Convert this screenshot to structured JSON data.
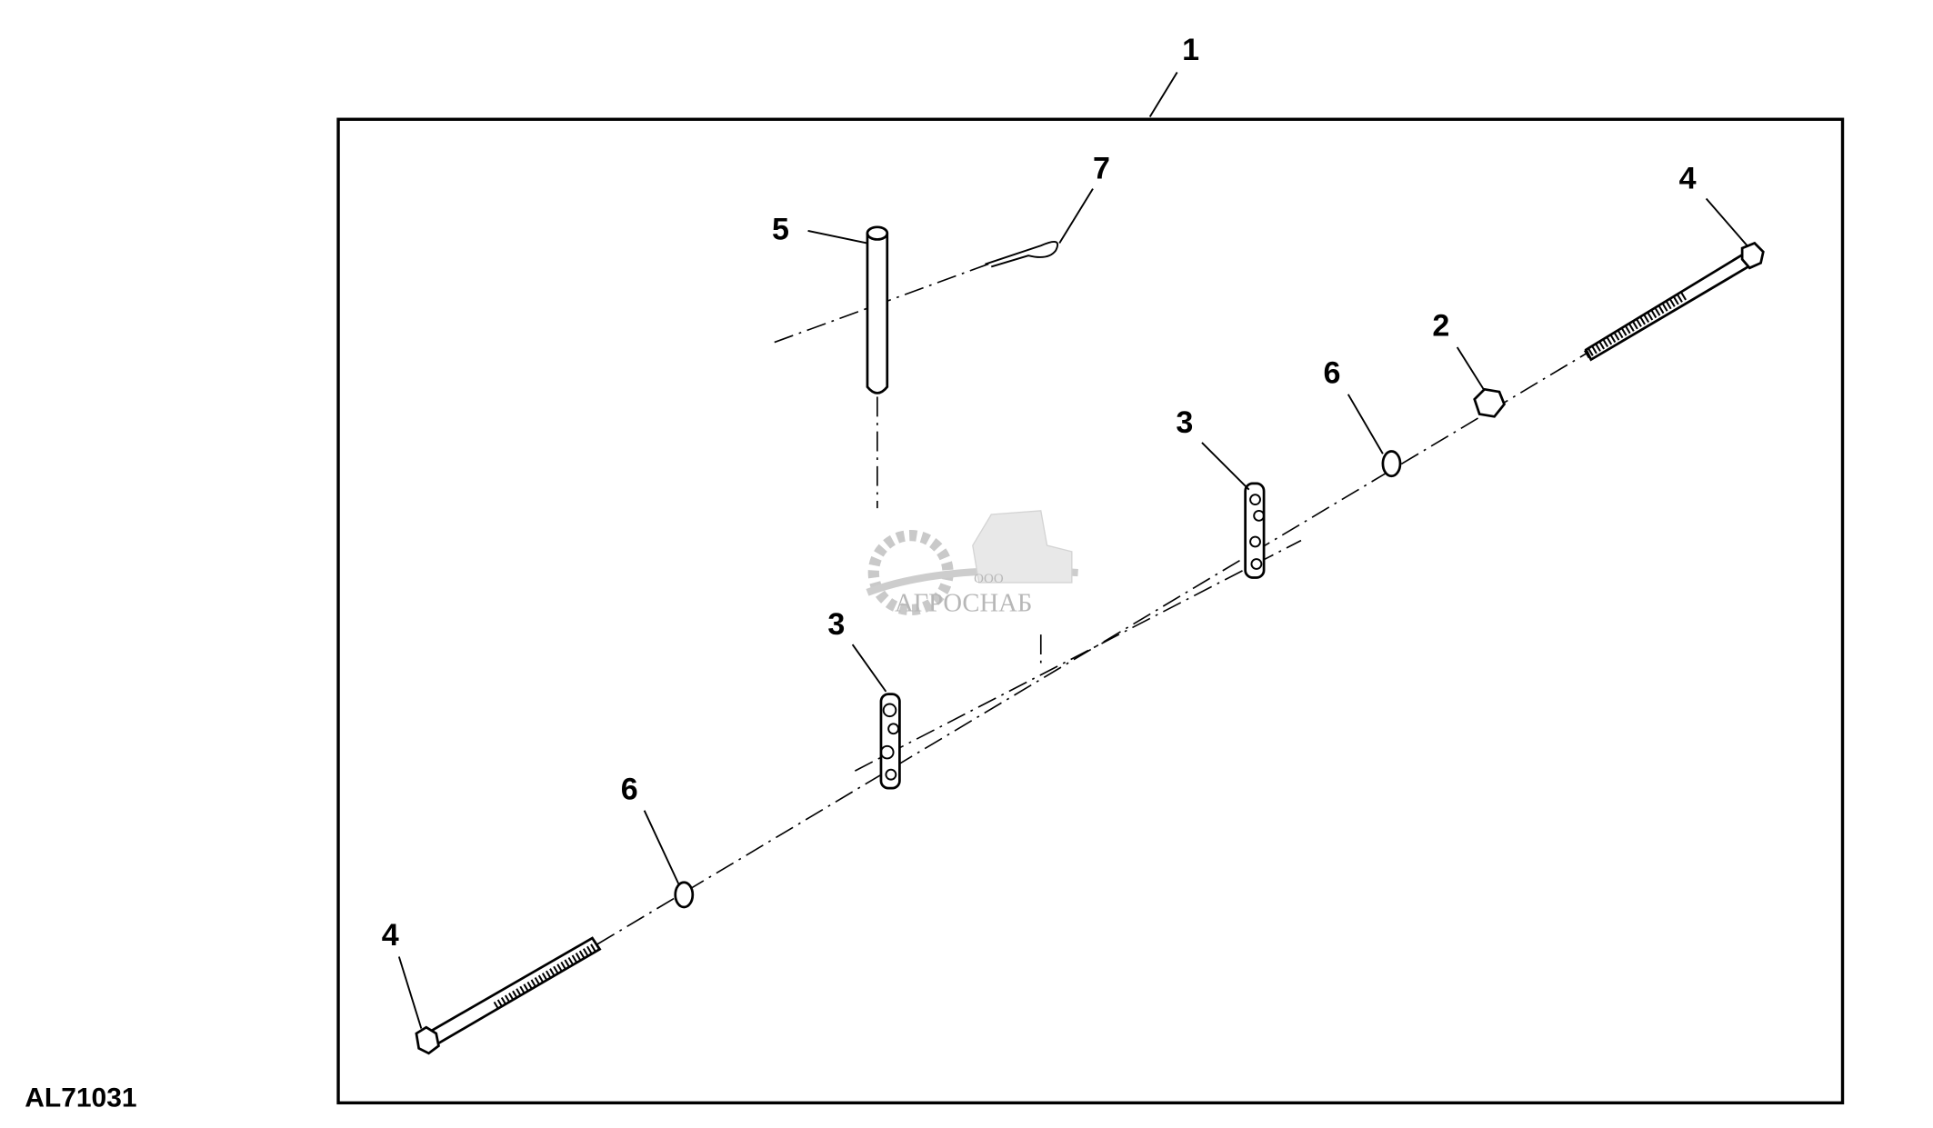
{
  "figure_id": "AL71031",
  "callouts": {
    "kit": "1",
    "nut": "2",
    "plate_upper": "3",
    "plate_lower": "3",
    "bolt_right": "4",
    "bolt_left": "4",
    "pin": "5",
    "washer_upper": "6",
    "washer_lower": "6",
    "clip": "7"
  },
  "watermark": {
    "prefix": "ООО",
    "name": "АГРОСНАБ"
  }
}
